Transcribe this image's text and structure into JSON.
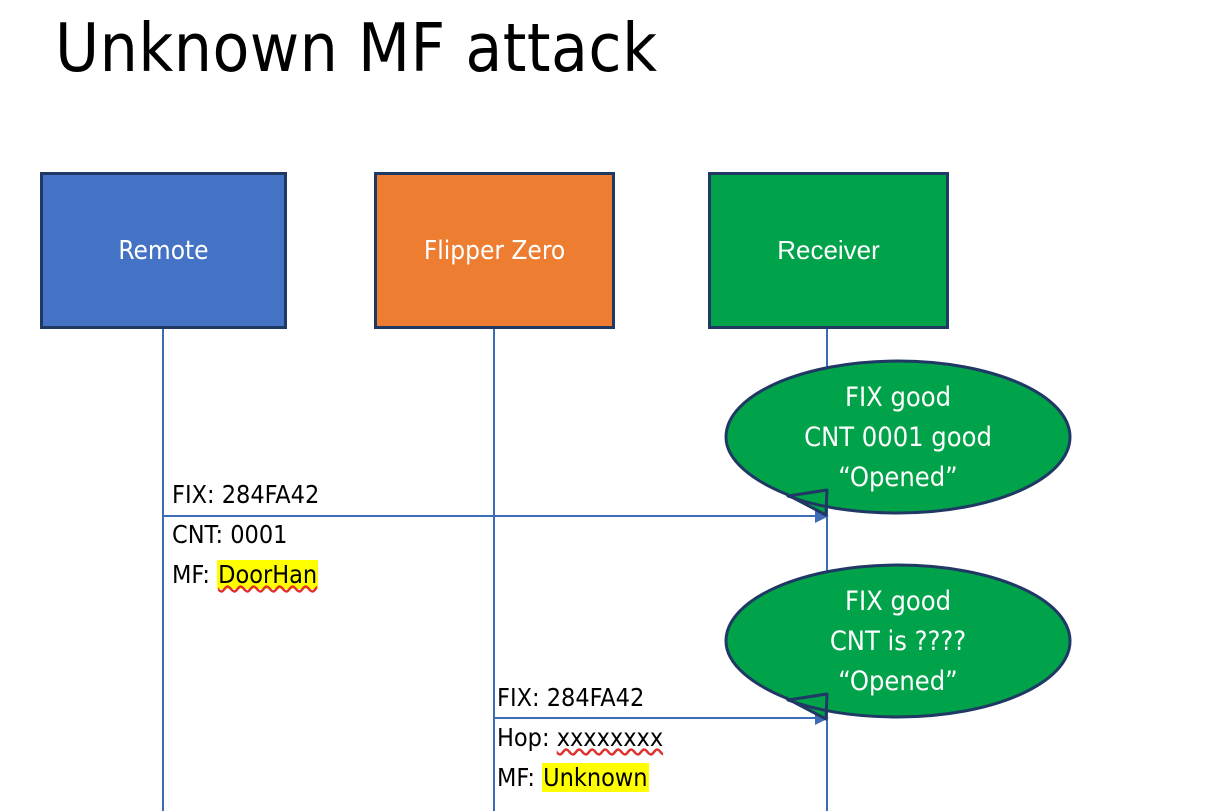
{
  "slide": {
    "title": "Unknown MF attack",
    "background_color": "#FFFFFF"
  },
  "colors": {
    "remote_fill": "#4472C4",
    "flipper_fill": "#ED7D31",
    "receiver_fill": "#00A34A",
    "box_border": "#1F3864",
    "lifeline": "#3B6CB5",
    "arrow": "#3B6CB5",
    "highlight": "#FFFF00",
    "spellcheck_underline": "#E03030",
    "callout_fill": "#00A34A",
    "callout_border": "#1F3864",
    "callout_text": "#FFFFFF",
    "body_text": "#000000"
  },
  "actors": [
    {
      "id": "remote",
      "label": "Remote"
    },
    {
      "id": "flipper",
      "label": "Flipper Zero"
    },
    {
      "id": "receiver",
      "label": "Receiver"
    }
  ],
  "messages": [
    {
      "id": "msg-1",
      "from": "remote",
      "to": "receiver",
      "lines": [
        {
          "label": "FIX: ",
          "value": "284FA42",
          "highlight": false,
          "spellcheck": false
        },
        {
          "label": "CNT: ",
          "value": "0001",
          "highlight": false,
          "spellcheck": false
        },
        {
          "label": "MF: ",
          "value": "DoorHan",
          "highlight": true,
          "spellcheck": true
        }
      ]
    },
    {
      "id": "msg-2",
      "from": "flipper",
      "to": "receiver",
      "lines": [
        {
          "label": "FIX: ",
          "value": "284FA42",
          "highlight": false,
          "spellcheck": false
        },
        {
          "label": "Hop: ",
          "value": "xxxxxxxx",
          "highlight": false,
          "spellcheck": true
        },
        {
          "label": "MF: ",
          "value": "Unknown",
          "highlight": true,
          "spellcheck": false
        }
      ]
    }
  ],
  "callouts": [
    {
      "id": "callout-1",
      "attached_to": "msg-1",
      "lines": [
        "FIX good",
        "CNT 0001 good",
        "“Opened”"
      ]
    },
    {
      "id": "callout-2",
      "attached_to": "msg-2",
      "lines": [
        "FIX good",
        "CNT is ????",
        "“Opened”"
      ]
    }
  ]
}
